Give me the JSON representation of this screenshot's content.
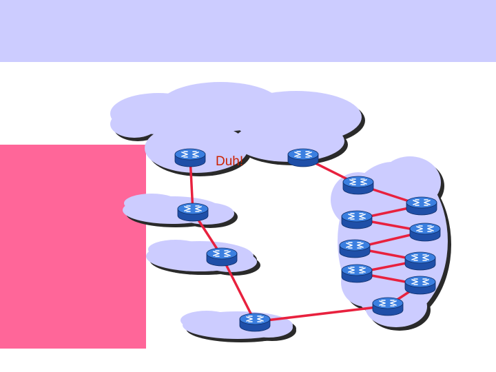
{
  "slide": {
    "label": "Duh!"
  },
  "colors": {
    "top_band": "#ccccff",
    "side_block": "#ff6699",
    "cloud_fill": "#ccccff",
    "cloud_shadow": "#2a2a2a",
    "link": "#e8213e",
    "router_top": "#3b7fe0",
    "router_side": "#1f4fa8",
    "label_text": "#cc2200"
  },
  "routers": [
    {
      "id": "r1"
    },
    {
      "id": "r2"
    },
    {
      "id": "r3"
    },
    {
      "id": "r4"
    },
    {
      "id": "r5"
    },
    {
      "id": "r6"
    },
    {
      "id": "r7"
    },
    {
      "id": "r8"
    },
    {
      "id": "r9"
    },
    {
      "id": "r10"
    },
    {
      "id": "r11"
    },
    {
      "id": "r12"
    },
    {
      "id": "r13"
    },
    {
      "id": "r14"
    }
  ],
  "links": [
    [
      "r1",
      "r3"
    ],
    [
      "r3",
      "r4"
    ],
    [
      "r4",
      "r5"
    ],
    [
      "r5",
      "r14"
    ],
    [
      "r2",
      "r6"
    ],
    [
      "r6",
      "r10"
    ],
    [
      "r10",
      "r7"
    ],
    [
      "r7",
      "r11"
    ],
    [
      "r11",
      "r8"
    ],
    [
      "r8",
      "r12"
    ],
    [
      "r12",
      "r9"
    ],
    [
      "r9",
      "r13"
    ],
    [
      "r13",
      "r14"
    ]
  ]
}
